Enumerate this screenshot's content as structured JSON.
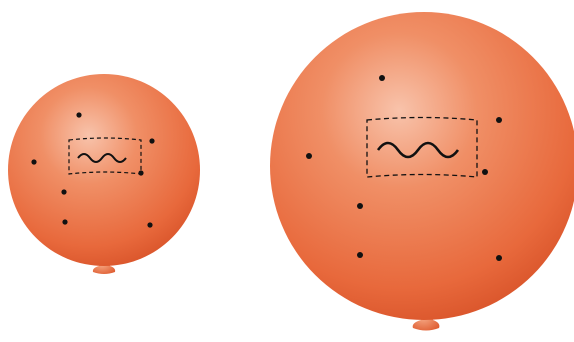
{
  "figure": {
    "subject": "expanding-universe-balloon-analogy",
    "colors": {
      "balloon_light": "#f6b398",
      "balloon_mid": "#ee7a4e",
      "balloon_dark": "#d9542a",
      "knot": "#e8704a",
      "dot": "#111111",
      "outline_stroke": "#111111"
    },
    "balloons": [
      {
        "id": "small",
        "dot_count": 7,
        "has_wave_box": true
      },
      {
        "id": "large",
        "dot_count": 7,
        "has_wave_box": true
      }
    ]
  }
}
